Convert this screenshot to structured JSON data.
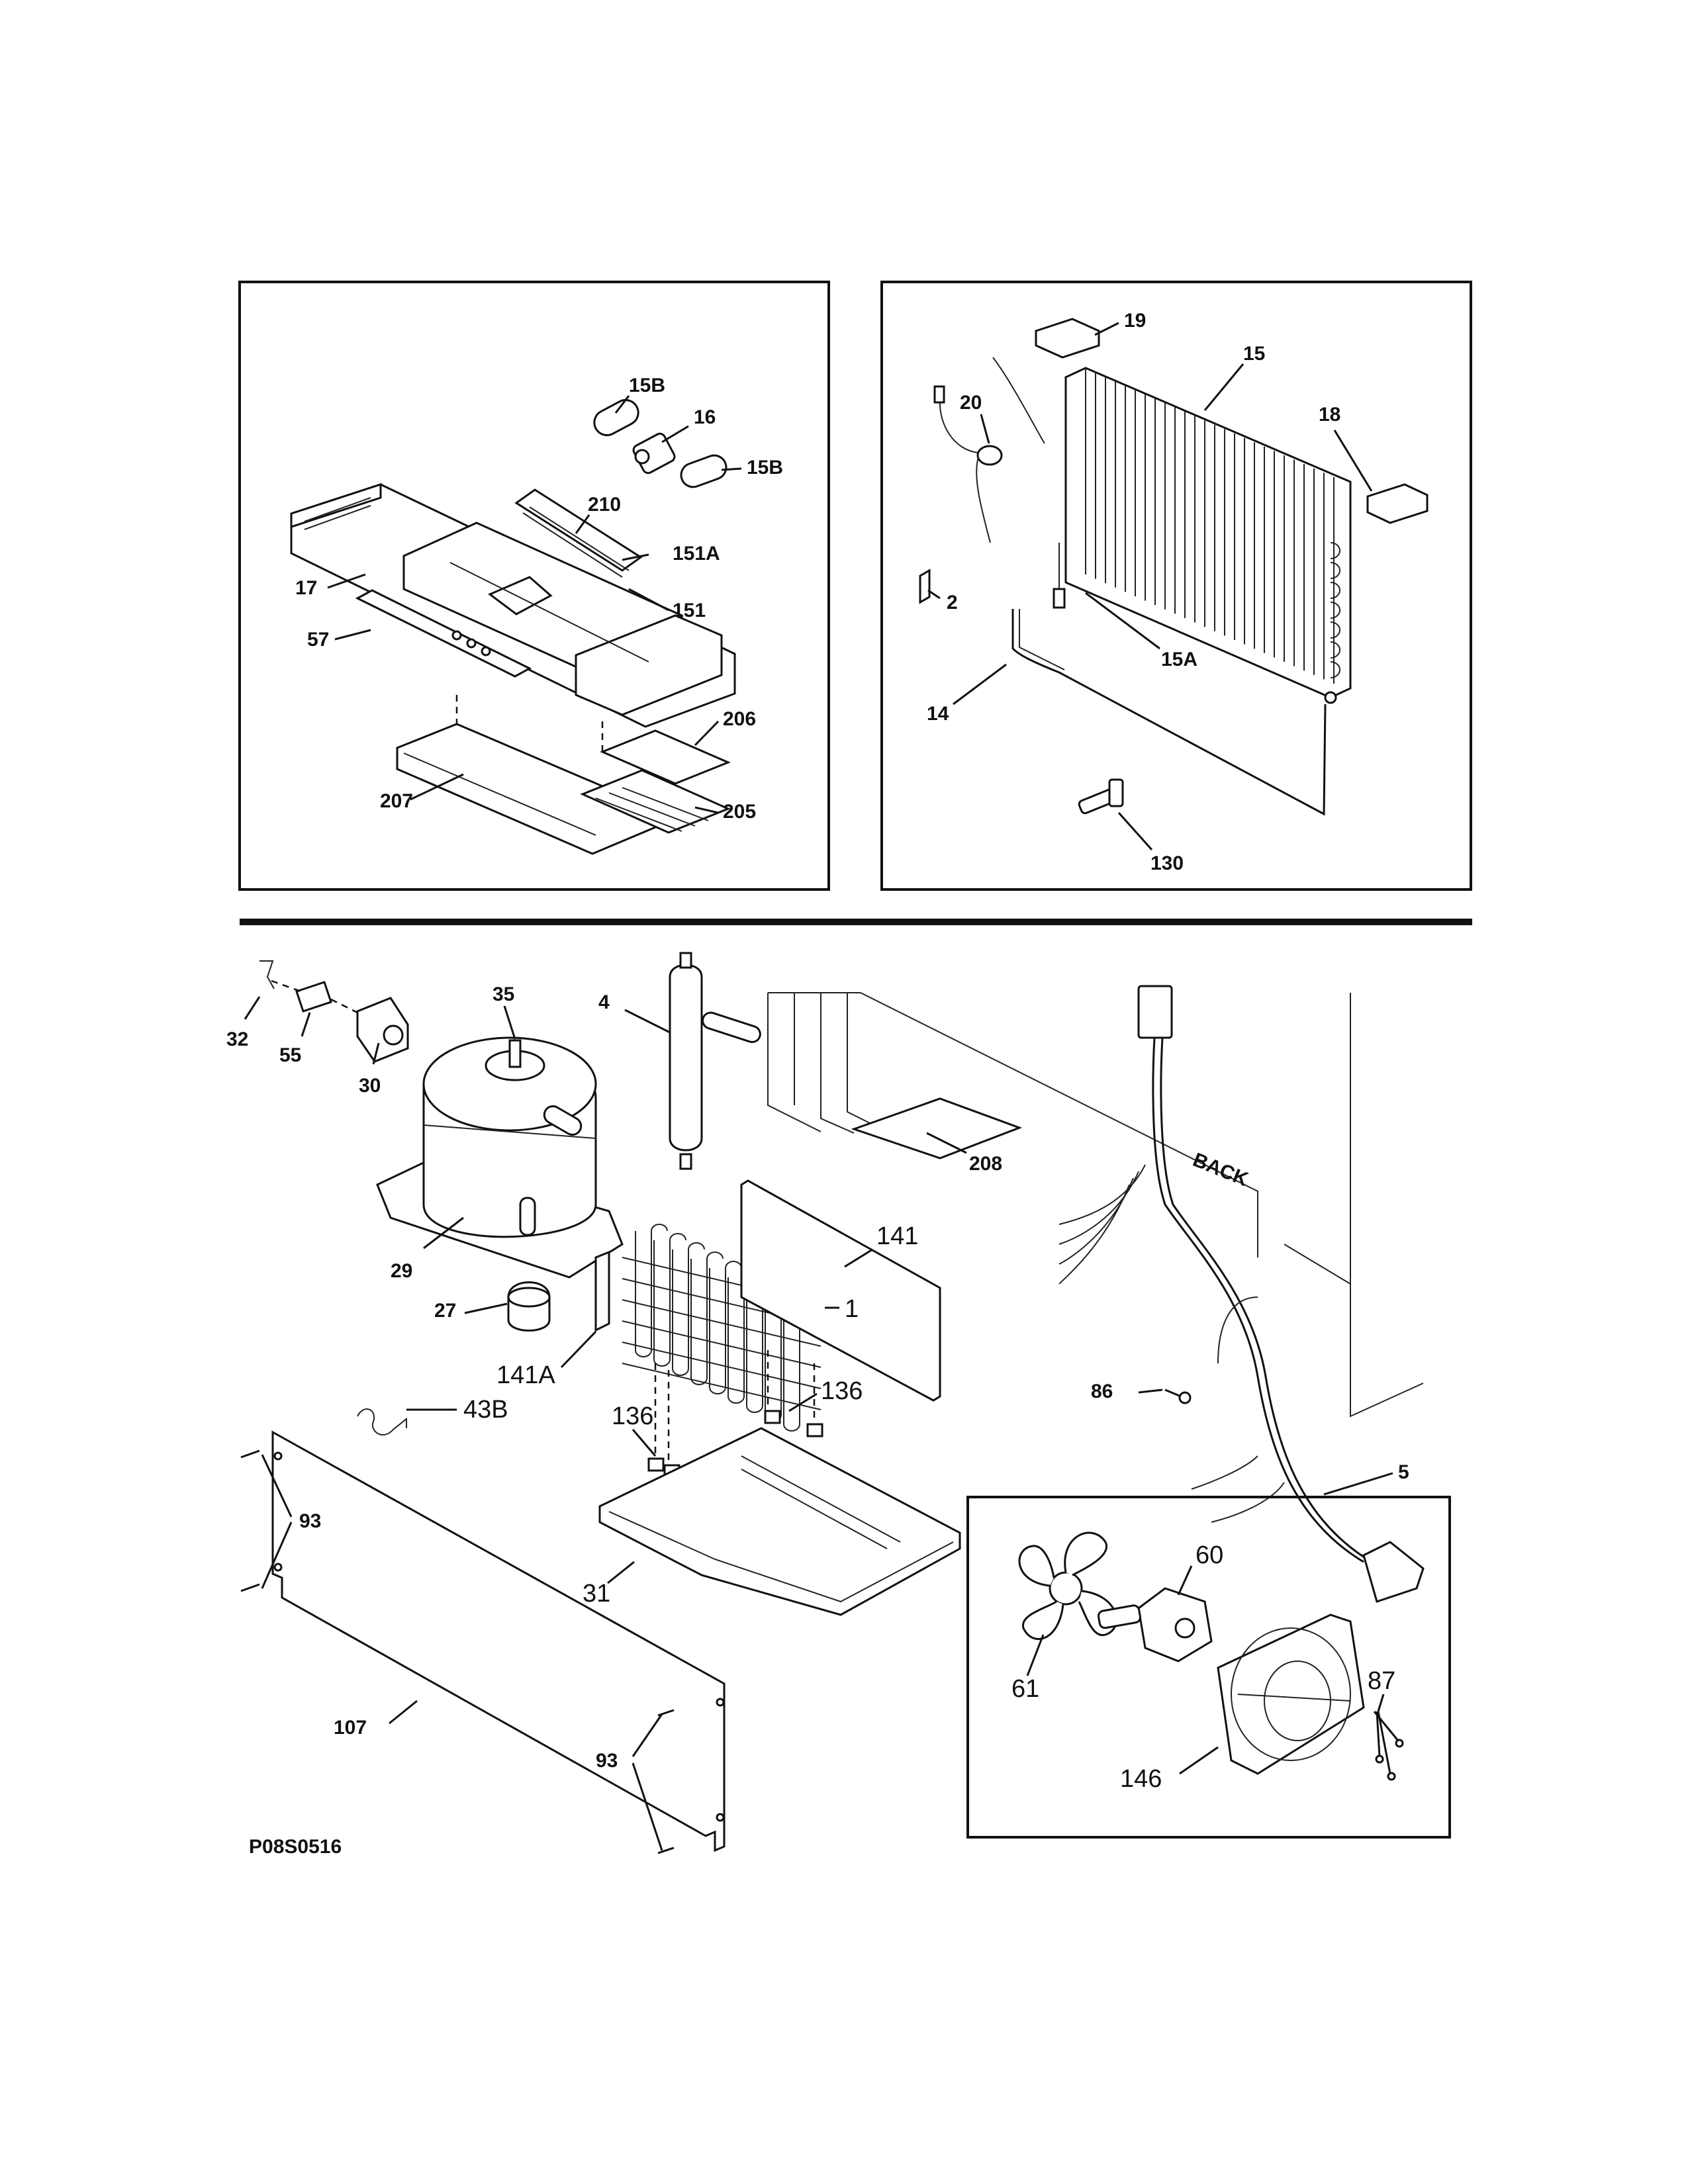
{
  "diagram_code": "P08S0516",
  "back_text": "BACK",
  "labels": {
    "p15b_a": "15B",
    "p16": "16",
    "p15b_b": "15B",
    "p210": "210",
    "p151a": "151A",
    "p17": "17",
    "p151": "151",
    "p57": "57",
    "p206": "206",
    "p207": "207",
    "p205": "205",
    "p19": "19",
    "p15": "15",
    "p20": "20",
    "p18": "18",
    "p2": "2",
    "p15a": "15A",
    "p14": "14",
    "p130": "130",
    "p35": "35",
    "p4": "4",
    "p32": "32",
    "p55": "55",
    "p30": "30",
    "p208": "208",
    "p86": "86",
    "p29": "29",
    "p141": "141",
    "p1": "1",
    "p27": "27",
    "p141a": "141A",
    "p136a": "136",
    "p136b": "136",
    "p43b": "43B",
    "p93a": "93",
    "p31": "31",
    "p5": "5",
    "p60": "60",
    "p61": "61",
    "p87": "87",
    "p146": "146",
    "p107": "107",
    "p93b": "93"
  }
}
